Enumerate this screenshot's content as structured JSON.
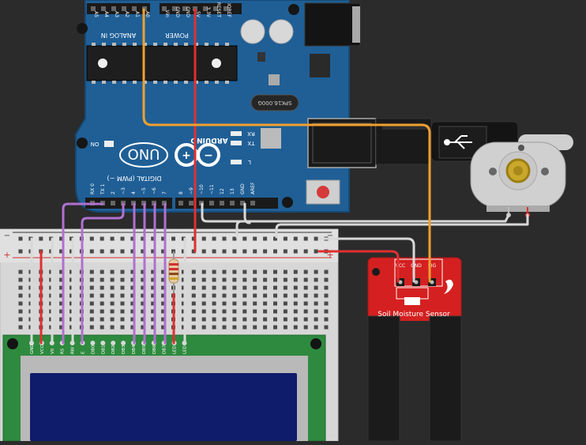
{
  "board": {
    "brand": "ARDUINO",
    "model": "UNO",
    "analog_title": "ANALOG IN",
    "power_title": "POWER",
    "digital_title": "DIGITAL (PWM ~)",
    "on_label": "ON",
    "l_label": "L",
    "tx_label": "TX",
    "rx_label": "RX",
    "crystal": "SPK16.000G",
    "analog_pins": [
      "A5",
      "A4",
      "A3",
      "A2",
      "A1",
      "A0"
    ],
    "power_pins": [
      "Vin",
      "GND",
      "GND",
      "5V",
      "3.3V",
      "RESET",
      "IOREF"
    ],
    "digital_pins_right": [
      "AREF",
      "GND",
      "13",
      "12",
      "~11",
      "~10",
      "~9",
      "8"
    ],
    "digital_pins_left": [
      "7",
      "~6",
      "~5",
      "4",
      "~3",
      "2",
      "TX 1",
      "RX 0"
    ]
  },
  "lcd": {
    "pins": [
      "GND",
      "VCC",
      "V0",
      "RS",
      "RW",
      "E",
      "DB0",
      "DB1",
      "DB2",
      "DB3",
      "DB4",
      "DB5",
      "DB6",
      "DB7",
      "LED",
      "LED"
    ]
  },
  "breadboard": {
    "minus": "−",
    "plus": "+"
  },
  "sensor": {
    "title": "Soil Moisture Sensor",
    "pins": [
      "VCC",
      "GND",
      "SIG"
    ]
  },
  "colors": {
    "board_blue": "#1f5f96",
    "wire_red": "#e03030",
    "wire_orange": "#f0a030",
    "wire_purple": "#b070d0",
    "wire_white": "#d8d8d8",
    "sensor_red": "#d42020",
    "lcd_green": "#2e8a3e"
  }
}
